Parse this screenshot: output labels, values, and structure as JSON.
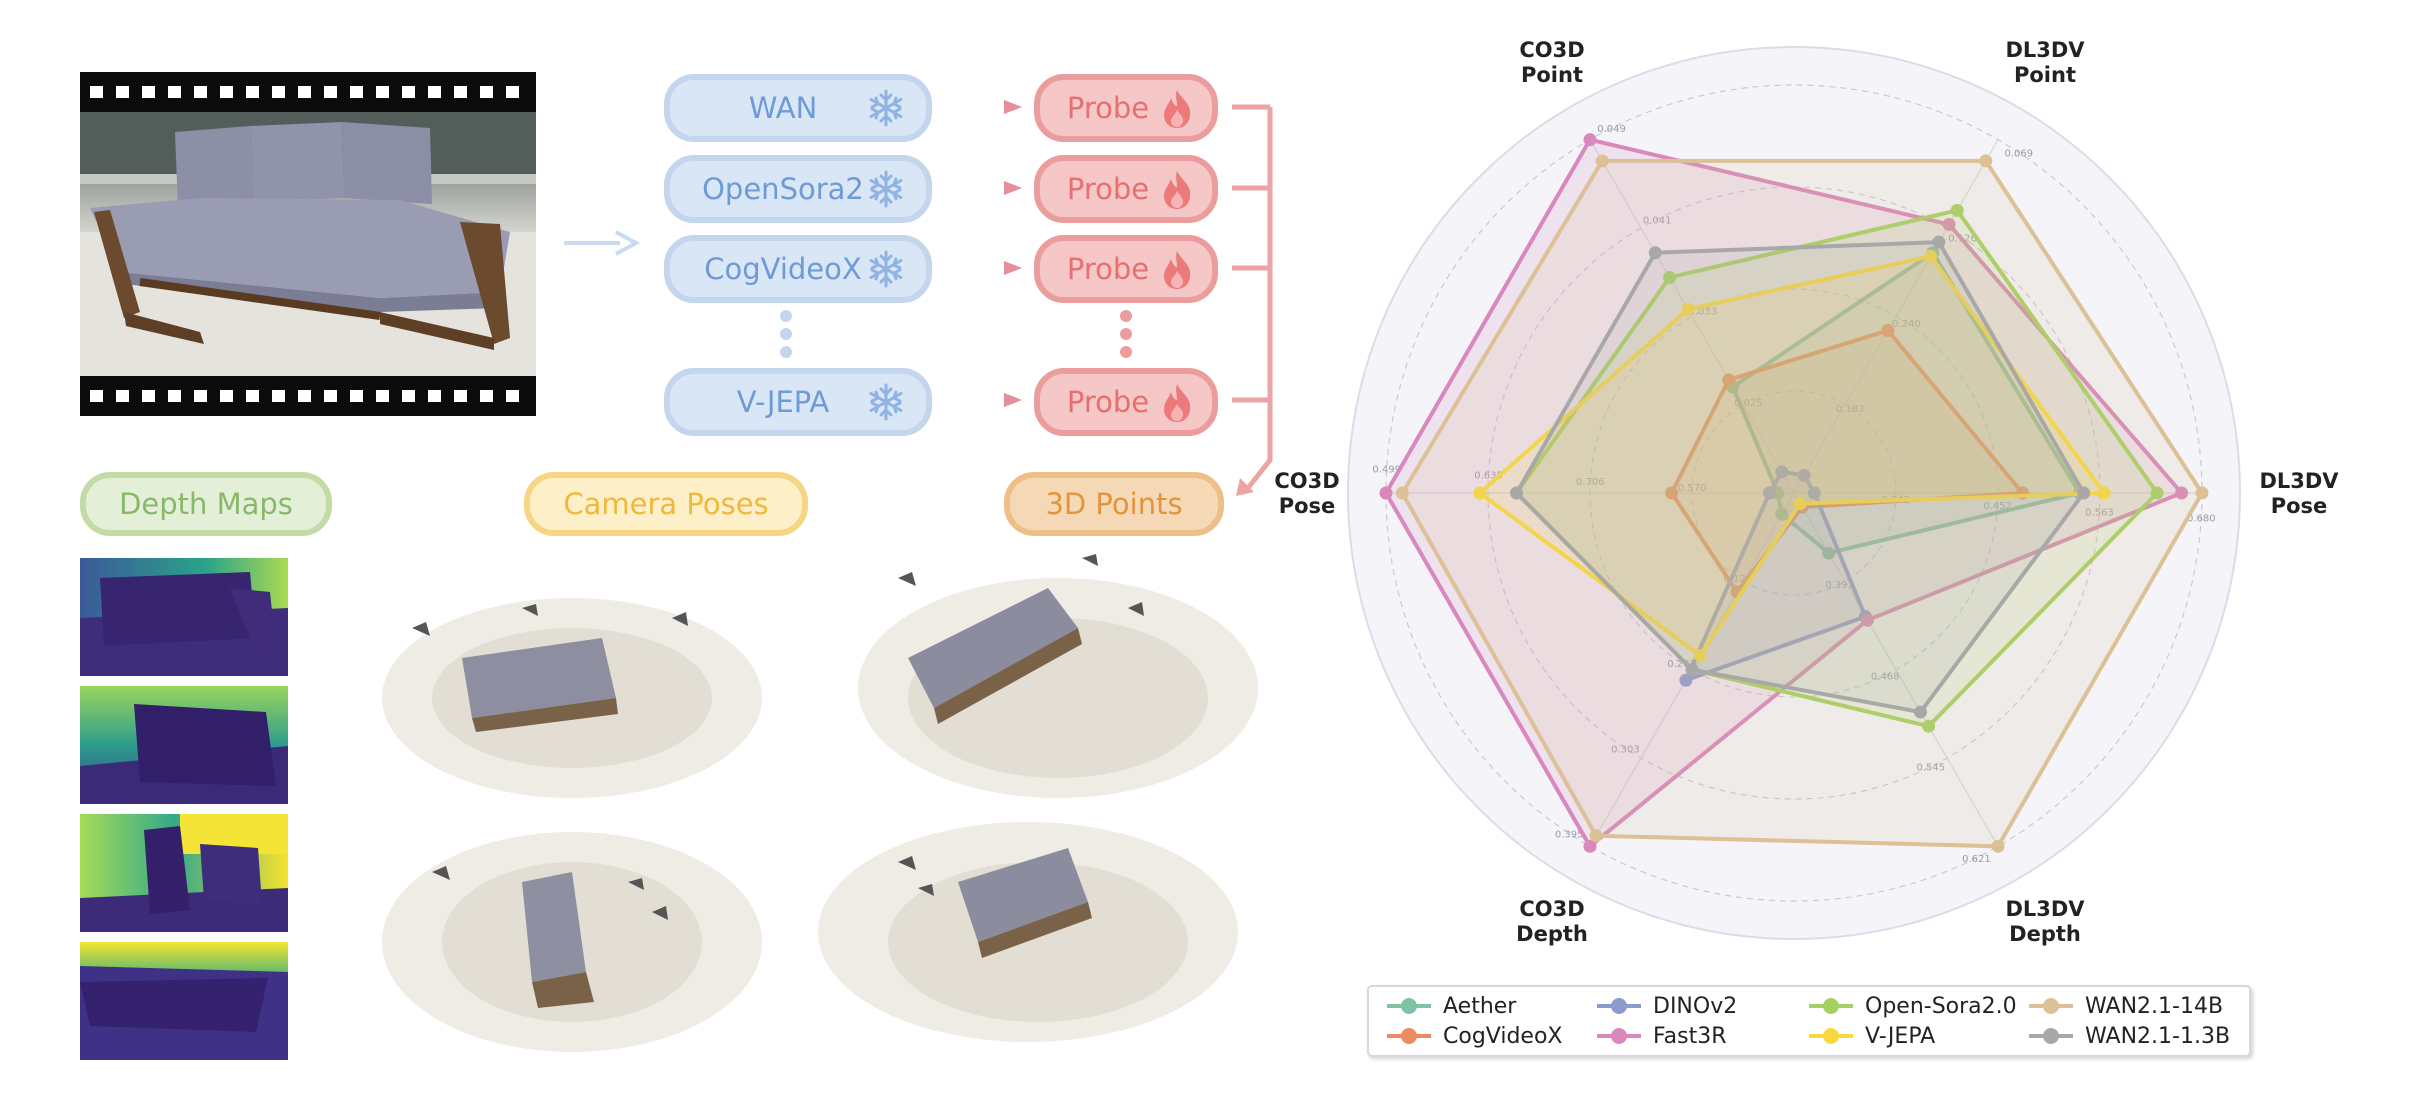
{
  "pipeline": {
    "models": [
      {
        "name": "WAN"
      },
      {
        "name": "OpenSora2"
      },
      {
        "name": "CogVideoX"
      },
      {
        "name": "V-JEPA"
      }
    ],
    "probe_label": "Probe",
    "outputs": {
      "depth": "Depth Maps",
      "pose": "Camera Poses",
      "points": "3D Points"
    },
    "colors": {
      "model_fill": "#d9e6f6",
      "model_border": "#c3d6ee",
      "model_text": "#6e9ad6",
      "probe_fill": "#f6c7c7",
      "probe_border": "#eb9d9d",
      "probe_text": "#e76f6f",
      "depth_fill": "#e4efd8",
      "depth_border": "#c3dca6",
      "depth_text": "#88b96a",
      "pose_fill": "#fdefc8",
      "pose_border": "#f6d684",
      "pose_text": "#f0b83c",
      "points_fill": "#f5d8b6",
      "points_border": "#eebf86",
      "points_text": "#e3953b"
    },
    "icons": {
      "frozen": "snowflake-icon",
      "trainable": "fire-icon"
    }
  },
  "chart_data": {
    "type": "radar",
    "axes": [
      {
        "label_line1": "CO3D",
        "label_line2": "Point"
      },
      {
        "label_line1": "DL3DV",
        "label_line2": "Point"
      },
      {
        "label_line1": "DL3DV",
        "label_line2": "Pose"
      },
      {
        "label_line1": "DL3DV",
        "label_line2": "Depth"
      },
      {
        "label_line1": "CO3D",
        "label_line2": "Depth"
      },
      {
        "label_line1": "CO3D",
        "label_line2": "Pose"
      }
    ],
    "series": [
      {
        "name": "Aether",
        "color": "#7fc3a4",
        "values": [
          0.3,
          0.68,
          0.7,
          0.17,
          0.06,
          0.04
        ]
      },
      {
        "name": "CogVideoX",
        "color": "#ec8c60",
        "values": [
          0.32,
          0.46,
          0.56,
          0.04,
          0.28,
          0.3
        ]
      },
      {
        "name": "DINOv2",
        "color": "#8b9bd0",
        "values": [
          0.06,
          0.05,
          0.05,
          0.35,
          0.53,
          0.06
        ]
      },
      {
        "name": "Fast3R",
        "color": "#d987bd",
        "values": [
          1.0,
          0.76,
          0.95,
          0.36,
          1.0,
          1.0
        ]
      },
      {
        "name": "Open-Sora2.0",
        "color": "#a5d160",
        "values": [
          0.61,
          0.8,
          0.89,
          0.66,
          0.5,
          0.68
        ]
      },
      {
        "name": "V-JEPA",
        "color": "#f8d93d",
        "values": [
          0.52,
          0.67,
          0.76,
          0.03,
          0.46,
          0.77
        ]
      },
      {
        "name": "WAN2.1-14B",
        "color": "#dcc096",
        "values": [
          0.94,
          0.94,
          1.0,
          1.0,
          0.97,
          0.96
        ]
      },
      {
        "name": "WAN2.1-1.3B",
        "color": "#a8a8a8",
        "values": [
          0.68,
          0.71,
          0.71,
          0.62,
          0.5,
          0.68
        ]
      }
    ],
    "tick_labels": [
      [
        "0.025",
        "0.033",
        "0.041",
        "0.049"
      ],
      [
        "0.183",
        "0.240",
        "0.126",
        "0.069"
      ],
      [
        "0.342",
        "0.452",
        "0.563",
        "0.680"
      ],
      [
        "0.391",
        "0.468",
        "0.545",
        "0.621"
      ],
      [
        "0.124",
        "0.207",
        "0.303",
        "0.395"
      ],
      [
        "0.570",
        "0.706",
        "0.635",
        "0.499"
      ]
    ],
    "grid": true,
    "legend_position": "bottom"
  }
}
